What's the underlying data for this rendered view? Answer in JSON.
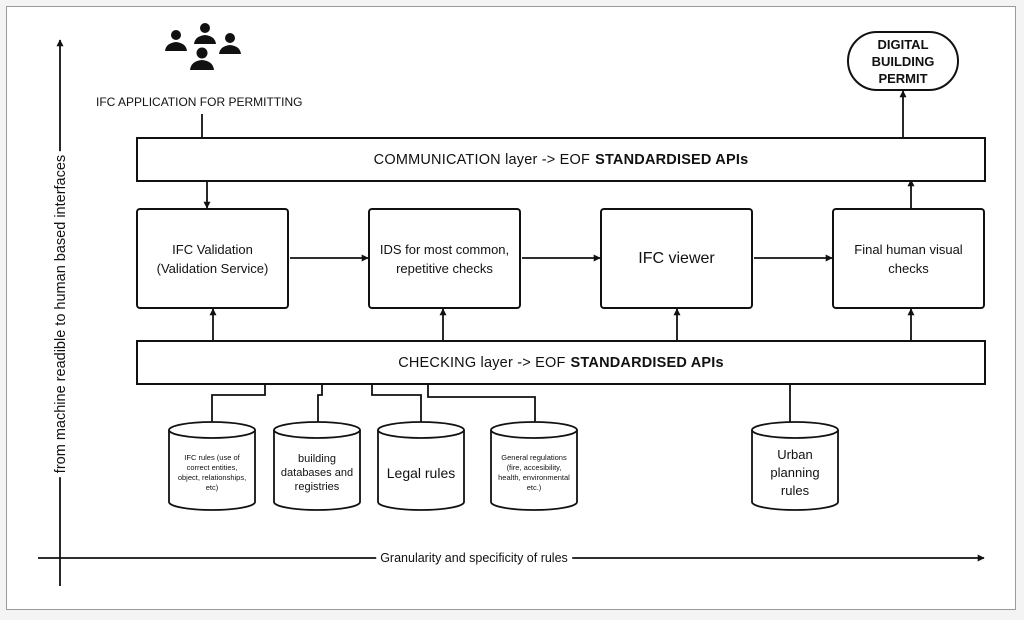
{
  "header": {
    "application_label": "IFC APPLICATION FOR PERMITTING",
    "users_icon": "users-group-icon"
  },
  "permit": {
    "label": "DIGITAL\nBUILDING\nPERMIT"
  },
  "communication_layer": {
    "text": "COMMUNICATION layer -> EOF",
    "bold": "STANDARDISED APIs"
  },
  "checking_layer": {
    "text": "CHECKING layer -> EOF",
    "bold": "STANDARDISED APIs"
  },
  "steps": [
    {
      "label": "IFC Validation\n(Validation Service)"
    },
    {
      "label": "IDS for most common,\nrepetitive checks"
    },
    {
      "label": "IFC viewer"
    },
    {
      "label": "Final human visual\nchecks"
    }
  ],
  "sources": [
    {
      "label": "IFC rules (use of\ncorrect entities,\nobject, relationships,\netc)"
    },
    {
      "label": "building\ndatabases and\nregistries"
    },
    {
      "label": "Legal rules"
    },
    {
      "label": "General regulations\n(fire, accesibility,\nhealth, environmental\netc.)"
    },
    {
      "label": "Urban\nplanning\nrules"
    }
  ],
  "axes": {
    "y_label": "from machine readible to human based interfaces",
    "x_label": "Granularity and specificity of rules"
  }
}
